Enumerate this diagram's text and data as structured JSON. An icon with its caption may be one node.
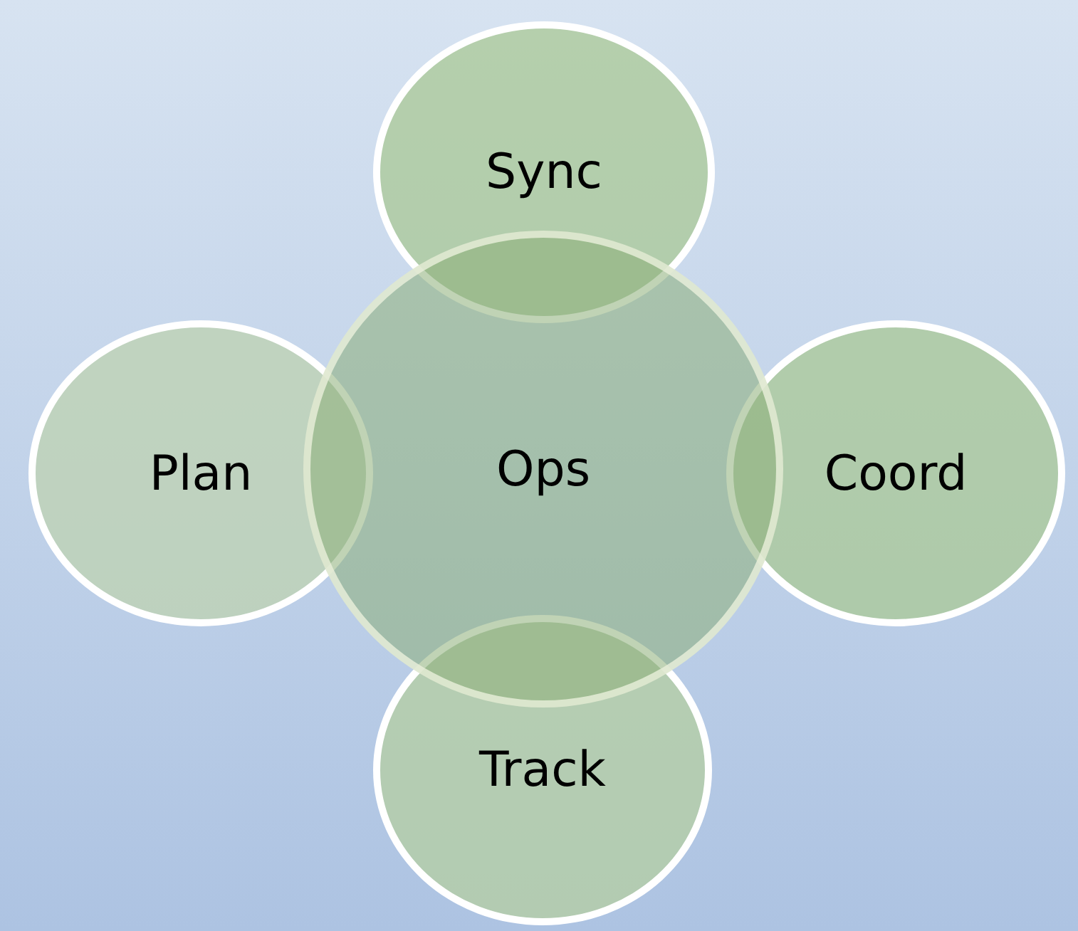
{
  "diagram": {
    "nodes": [
      {
        "text": [
          "Sync"
        ]
      },
      {
        "text": [
          "Plan"
        ]
      },
      {
        "text": [
          "Ops"
        ]
      },
      {
        "text": [
          "Coord"
        ]
      },
      {
        "text": [
          "Track"
        ]
      }
    ]
  }
}
